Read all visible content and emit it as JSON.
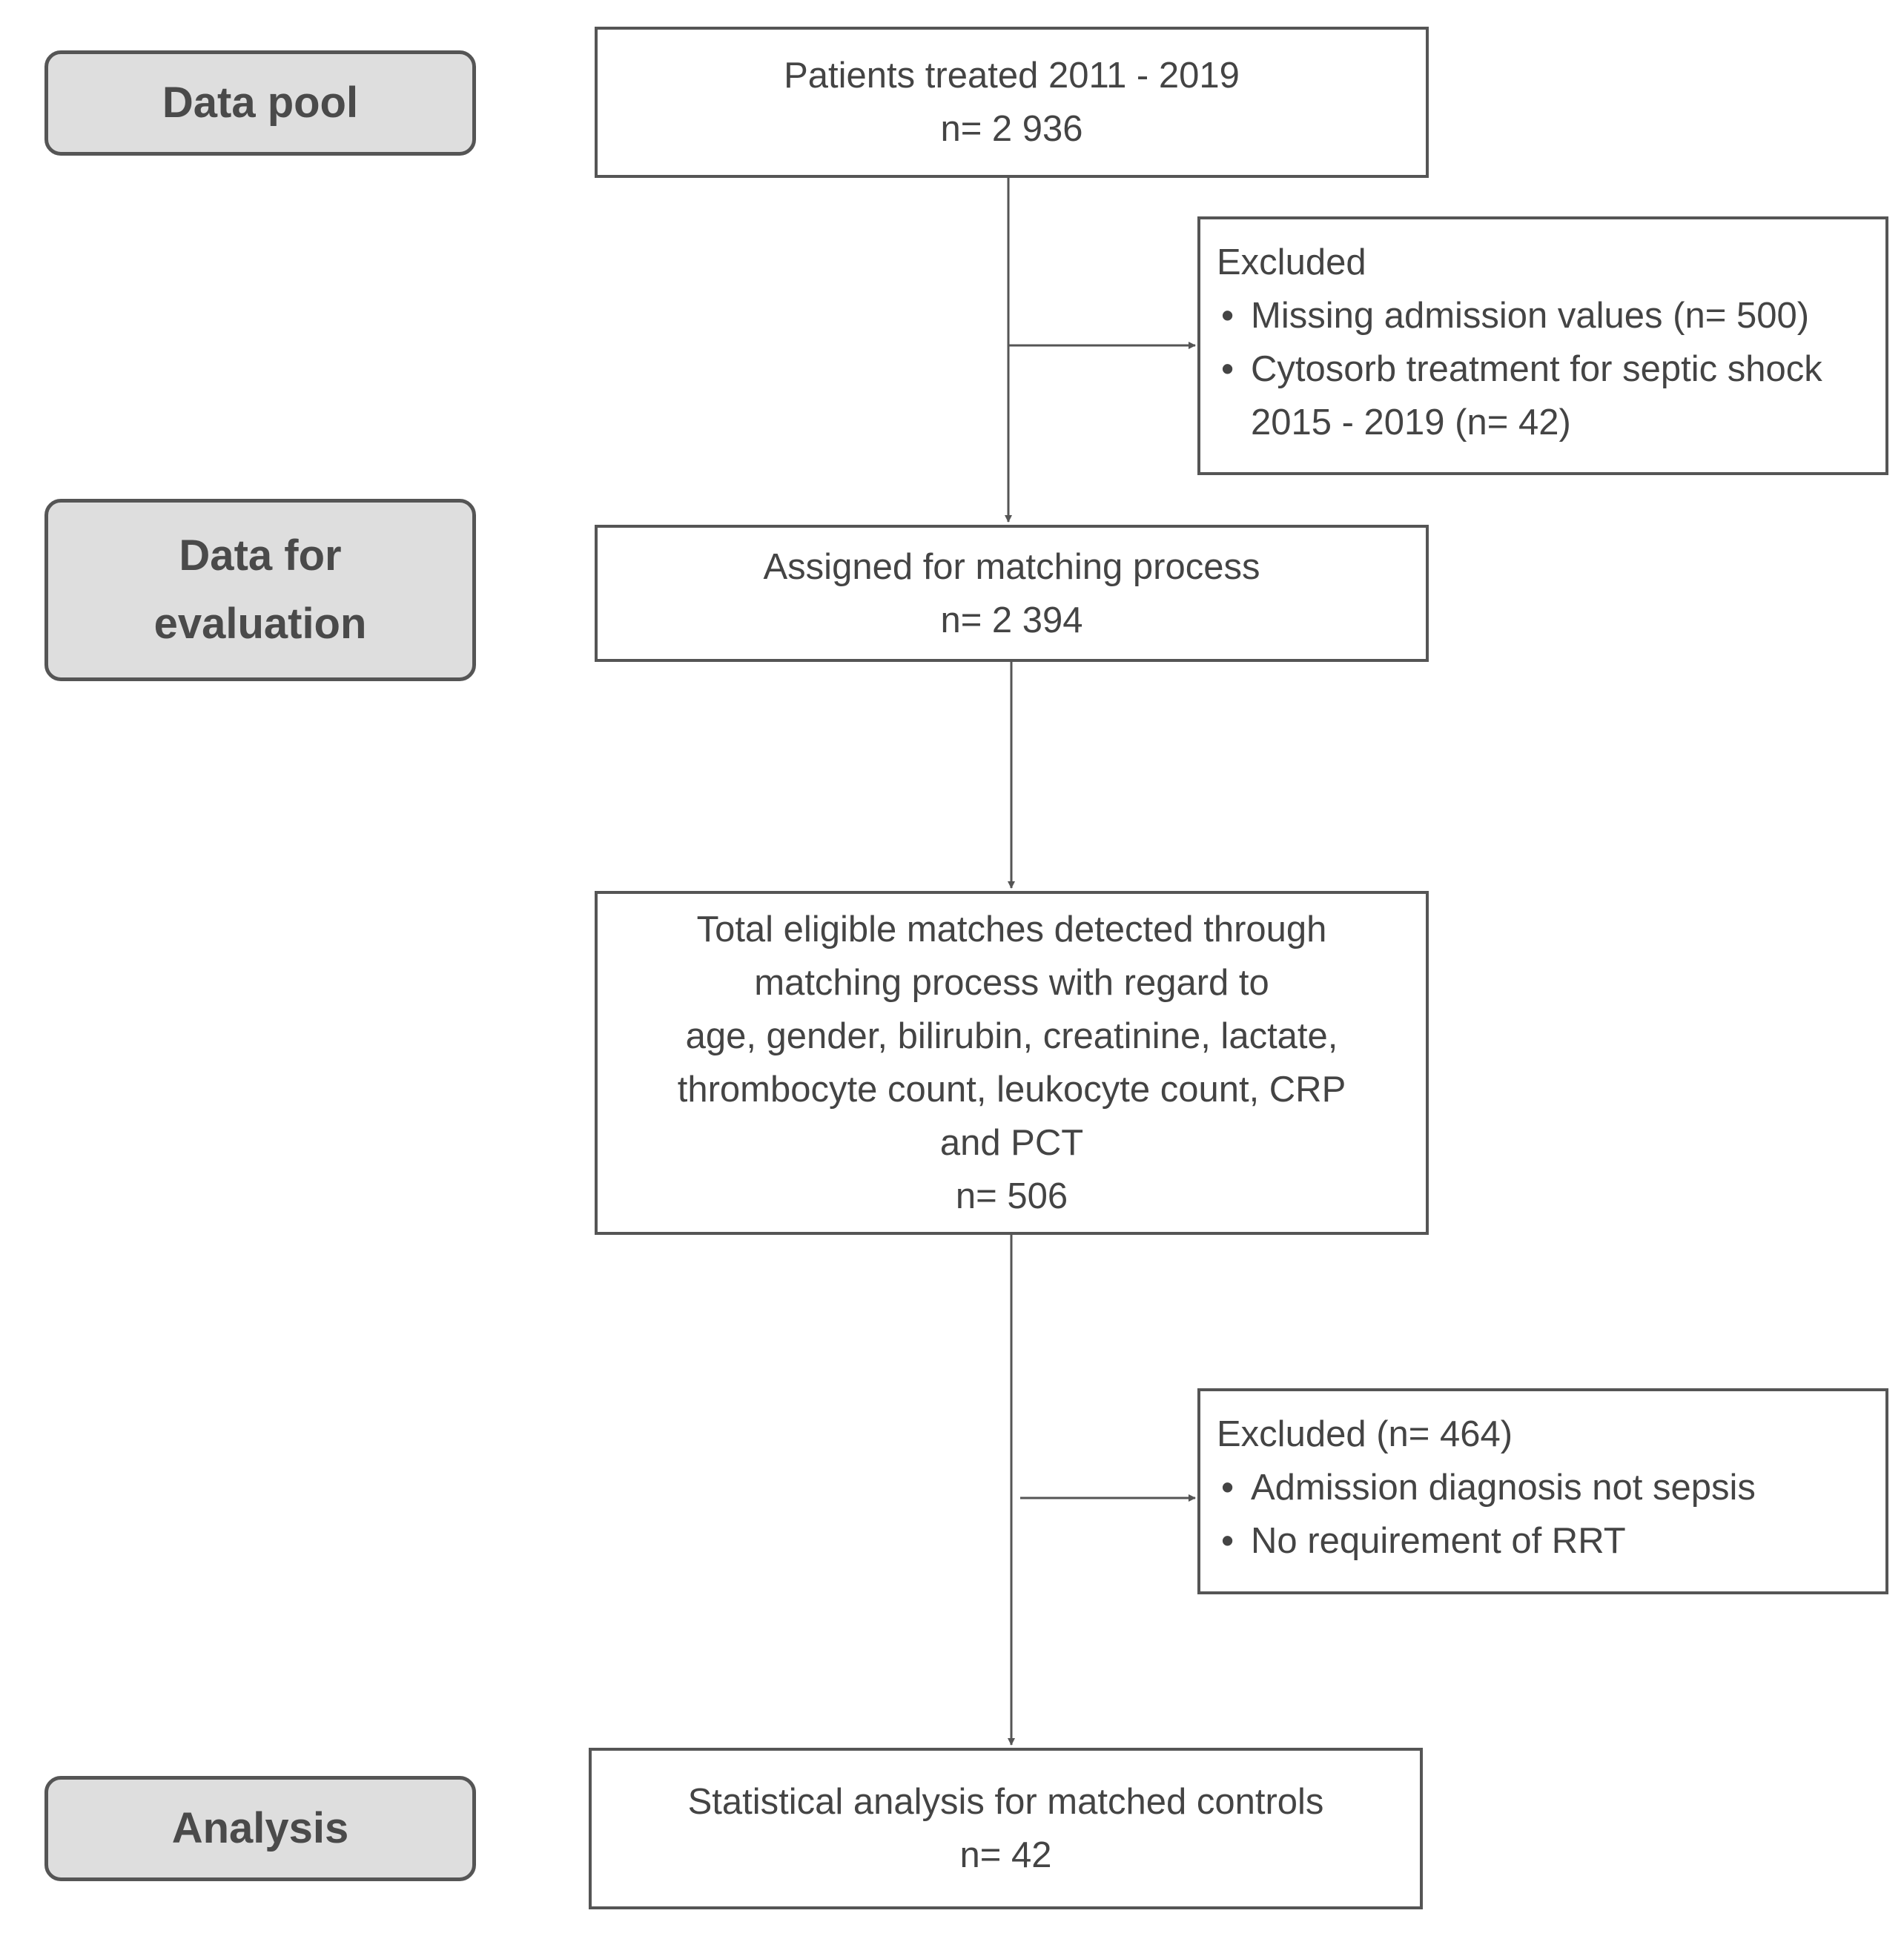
{
  "stages": {
    "data_pool": {
      "lines": [
        "Data pool"
      ]
    },
    "data_for_evaluation": {
      "lines": [
        "Data for",
        "evaluation"
      ]
    },
    "analysis": {
      "lines": [
        "Analysis"
      ]
    }
  },
  "boxes": {
    "patients_treated": {
      "lines": [
        "Patients treated 2011 - 2019",
        "n= 2 936"
      ]
    },
    "excluded_1": {
      "heading": "Excluded",
      "bullet_char": "•",
      "items": [
        {
          "lines": [
            "Missing admission values (n= 500)"
          ]
        },
        {
          "lines": [
            "Cytosorb treatment for septic shock",
            "2015 - 2019 (n= 42)"
          ]
        }
      ]
    },
    "assigned_matching": {
      "lines": [
        "Assigned for matching process",
        "n= 2 394"
      ]
    },
    "total_eligible": {
      "lines": [
        "Total eligible matches detected through",
        "matching process with regard to",
        "age, gender, bilirubin, creatinine, lactate,",
        "thrombocyte count, leukocyte count, CRP",
        "and PCT",
        "n= 506"
      ]
    },
    "excluded_2": {
      "heading": "Excluded (n= 464)",
      "bullet_char": "•",
      "items": [
        {
          "lines": [
            "Admission diagnosis not sepsis"
          ]
        },
        {
          "lines": [
            "No requirement of RRT"
          ]
        }
      ]
    },
    "statistical_analysis": {
      "lines": [
        "Statistical analysis for matched controls",
        "n= 42"
      ]
    }
  },
  "colors": {
    "stage_fill": "#dedede",
    "border": "#555555",
    "text": "#444444",
    "arrow": "#555555"
  }
}
